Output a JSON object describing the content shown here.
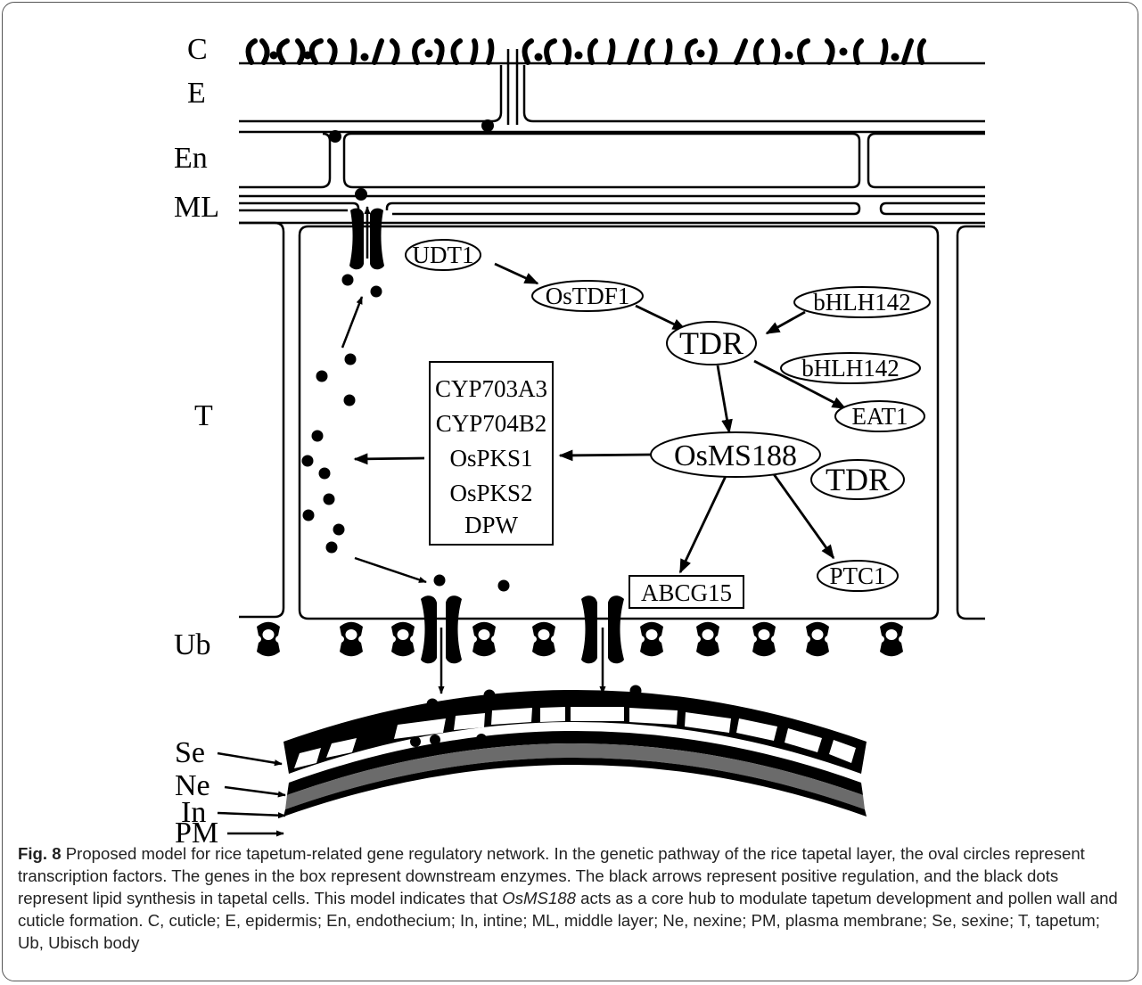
{
  "layer_labels": {
    "C": "C",
    "E": "E",
    "En": "En",
    "ML": "ML",
    "T": "T",
    "Ub": "Ub",
    "Se": "Se",
    "Ne": "Ne",
    "In": "In",
    "PM": "PM"
  },
  "transcription_factors": {
    "udt1": "UDT1",
    "ostdf1": "OsTDF1",
    "bhlh142_a": "bHLH142",
    "tdr": "TDR",
    "bhlh142_b": "bHLH142",
    "eat1": "EAT1",
    "osms188": "OsMS188",
    "tdr_partner": "TDR",
    "ptc1": "PTC1"
  },
  "enzyme_box": [
    "CYP703A3",
    "CYP704B2",
    "OsPKS1",
    "OsPKS2",
    "DPW"
  ],
  "transporter_box": "ABCG15",
  "caption": {
    "fig": "Fig. 8",
    "before_italic": " Proposed model for rice tapetum-related gene regulatory network. In the genetic pathway of the rice tapetal layer, the oval circles represent transcription factors. The genes in the box represent downstream enzymes. The black arrows represent positive regulation, and the black dots represent lipid synthesis in tapetal cells. This model indicates that ",
    "italic": "OsMS188",
    "after_italic": " acts as a core hub to modulate tapetum development and pollen wall and cuticle formation. C, cuticle; E, epidermis; En, endothecium; In, intine; ML, middle layer; Ne, nexine; PM, plasma membrane; Se, sexine; T, tapetum; Ub, Ubisch body"
  }
}
